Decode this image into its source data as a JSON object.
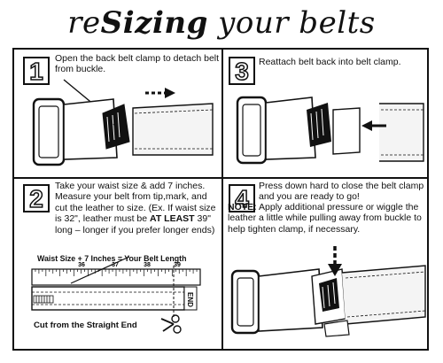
{
  "title": {
    "prefix": "re",
    "emphasis": "Sizing",
    "rest": " your belts"
  },
  "steps": [
    {
      "number": "1",
      "text": "Open the back belt clamp to detach belt from buckle."
    },
    {
      "number": "3",
      "text": "Reattach belt back into belt clamp."
    },
    {
      "number": "2",
      "text_a": "Take your waist size & add 7 inches.  Measure your belt from tip,mark, and cut the leather to size. (Ex. If waist size is 32\", leather must be ",
      "text_b": "AT LEAST",
      "text_c": " 39\" long – longer if you prefer longer ends)"
    },
    {
      "number": "4",
      "text_a": "Press down hard to close the belt clamp and you are ready to go! ",
      "text_b": "NOTE:",
      "text_c": " Apply additional pressure or wiggle the leather a little while pulling away from buckle to help tighten clamp, if necessary."
    }
  ],
  "ruler": {
    "caption": "Waist Size + 7 Inches = Your Belt Length",
    "ticks": [
      "36",
      "37",
      "38",
      "39"
    ],
    "end_label": "END"
  },
  "cut_caption": "Cut from the Straight End",
  "colors": {
    "ink": "#111111",
    "paper": "#ffffff",
    "leather": "#f2f2f2"
  }
}
